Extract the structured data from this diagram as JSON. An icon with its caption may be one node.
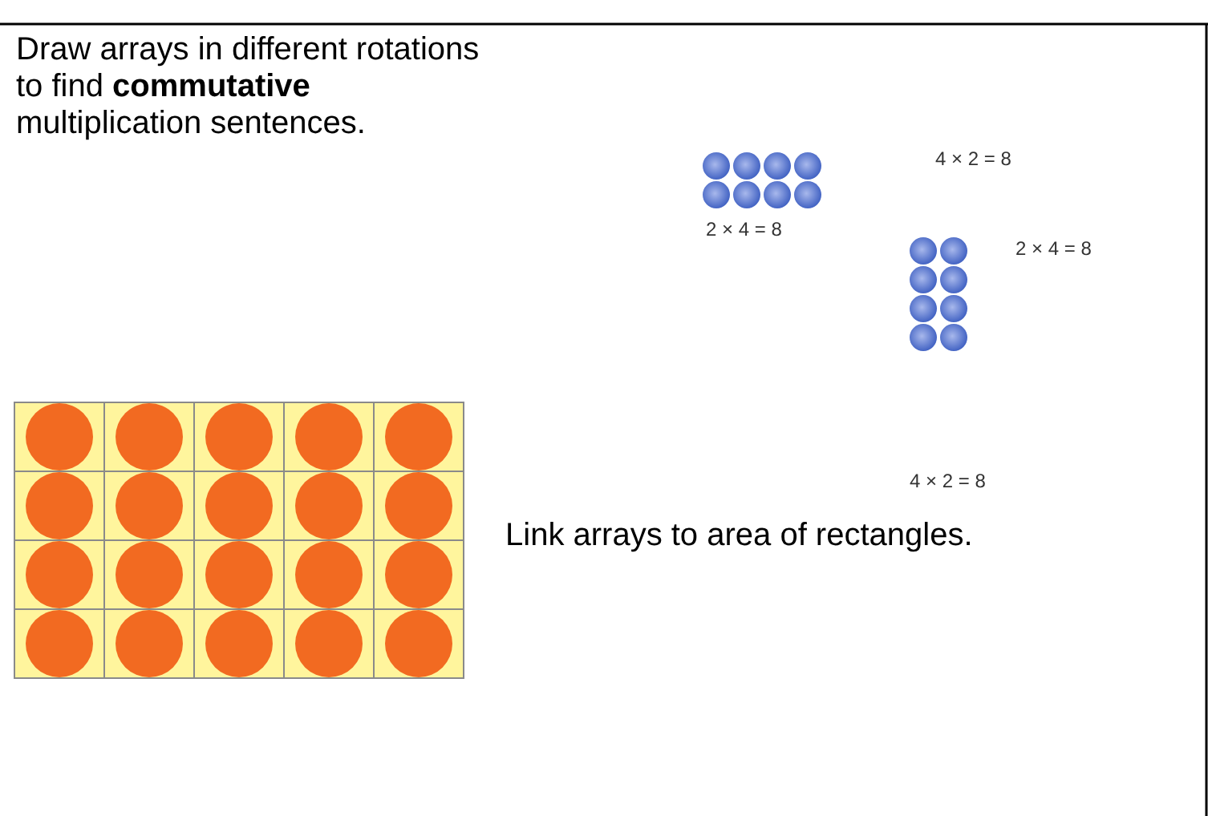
{
  "diagram": {
    "labels": [
      "Draw arrays in different rotations to find **commutative** multiplication sentences.",
      "4 × 2 = 8",
      "2 × 4 = 8",
      "2 × 4 = 8",
      "4 × 2 = 8",
      "Link arrays to area of rectangles."
    ]
  }
}
